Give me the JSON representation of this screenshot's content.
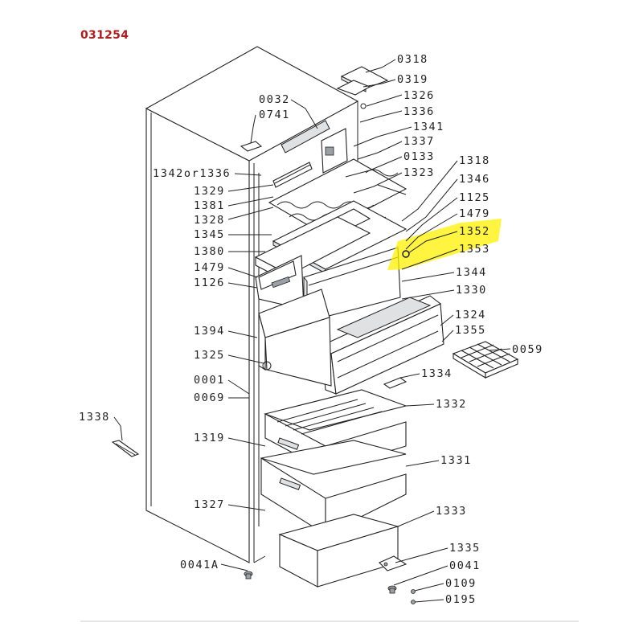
{
  "header": {
    "doc_id": "031254"
  },
  "parts": [
    {
      "id": "0318"
    },
    {
      "id": "0319"
    },
    {
      "id": "1326"
    },
    {
      "id": "1336"
    },
    {
      "id": "0032"
    },
    {
      "id": "0741"
    },
    {
      "id": "1341"
    },
    {
      "id": "1337"
    },
    {
      "id": "0133"
    },
    {
      "id": "1342or1336"
    },
    {
      "id": "1323"
    },
    {
      "id": "1318"
    },
    {
      "id": "1329"
    },
    {
      "id": "1346"
    },
    {
      "id": "1381"
    },
    {
      "id": "1125"
    },
    {
      "id": "1328"
    },
    {
      "id": "1479"
    },
    {
      "id": "1345"
    },
    {
      "id": "1352",
      "highlighted": true
    },
    {
      "id": "1380"
    },
    {
      "id": "1353"
    },
    {
      "id": "1479"
    },
    {
      "id": "1344"
    },
    {
      "id": "1126"
    },
    {
      "id": "1330"
    },
    {
      "id": "1324"
    },
    {
      "id": "1394"
    },
    {
      "id": "1355"
    },
    {
      "id": "0059"
    },
    {
      "id": "1325"
    },
    {
      "id": "1334"
    },
    {
      "id": "0001"
    },
    {
      "id": "0069"
    },
    {
      "id": "1332"
    },
    {
      "id": "1338"
    },
    {
      "id": "1319"
    },
    {
      "id": "1331"
    },
    {
      "id": "1327"
    },
    {
      "id": "1333"
    },
    {
      "id": "1335"
    },
    {
      "id": "0041A"
    },
    {
      "id": "0041"
    },
    {
      "id": "0109"
    },
    {
      "id": "0195"
    }
  ],
  "colors": {
    "doc_id": "#b01c1c",
    "highlight": "#fff200",
    "line": "#222222"
  }
}
